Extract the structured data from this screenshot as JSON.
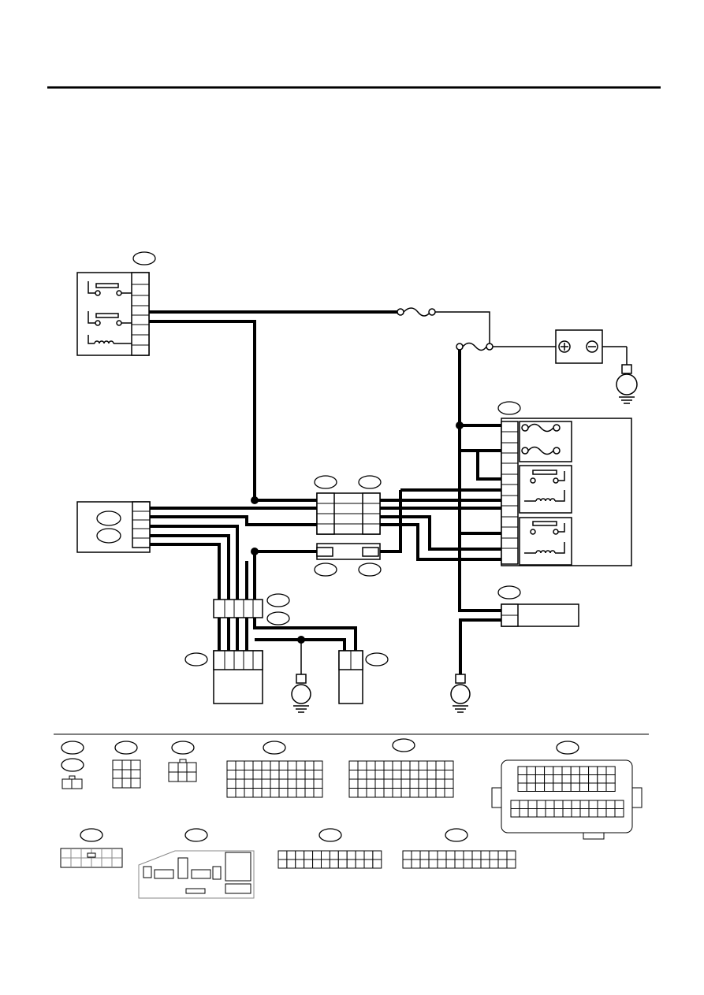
{
  "page": {
    "background_color": "#ffffff",
    "line_color": "#000000"
  },
  "components": [
    {
      "key": "relay-unit-left",
      "kind": "relay-unit"
    },
    {
      "key": "module-left",
      "kind": "control-module"
    },
    {
      "key": "joint-connectors-center",
      "kind": "joint-connector"
    },
    {
      "key": "relay-fuse-box-right",
      "kind": "relay-fuse-box"
    },
    {
      "key": "battery",
      "kind": "battery"
    },
    {
      "key": "ground-1",
      "kind": "ground"
    },
    {
      "key": "ground-2",
      "kind": "ground"
    },
    {
      "key": "ground-3",
      "kind": "ground"
    },
    {
      "key": "switch-box-left",
      "kind": "component"
    },
    {
      "key": "switch-box-right",
      "kind": "component"
    },
    {
      "key": "connector-right",
      "kind": "connector"
    }
  ],
  "connector_legend_count": 11
}
